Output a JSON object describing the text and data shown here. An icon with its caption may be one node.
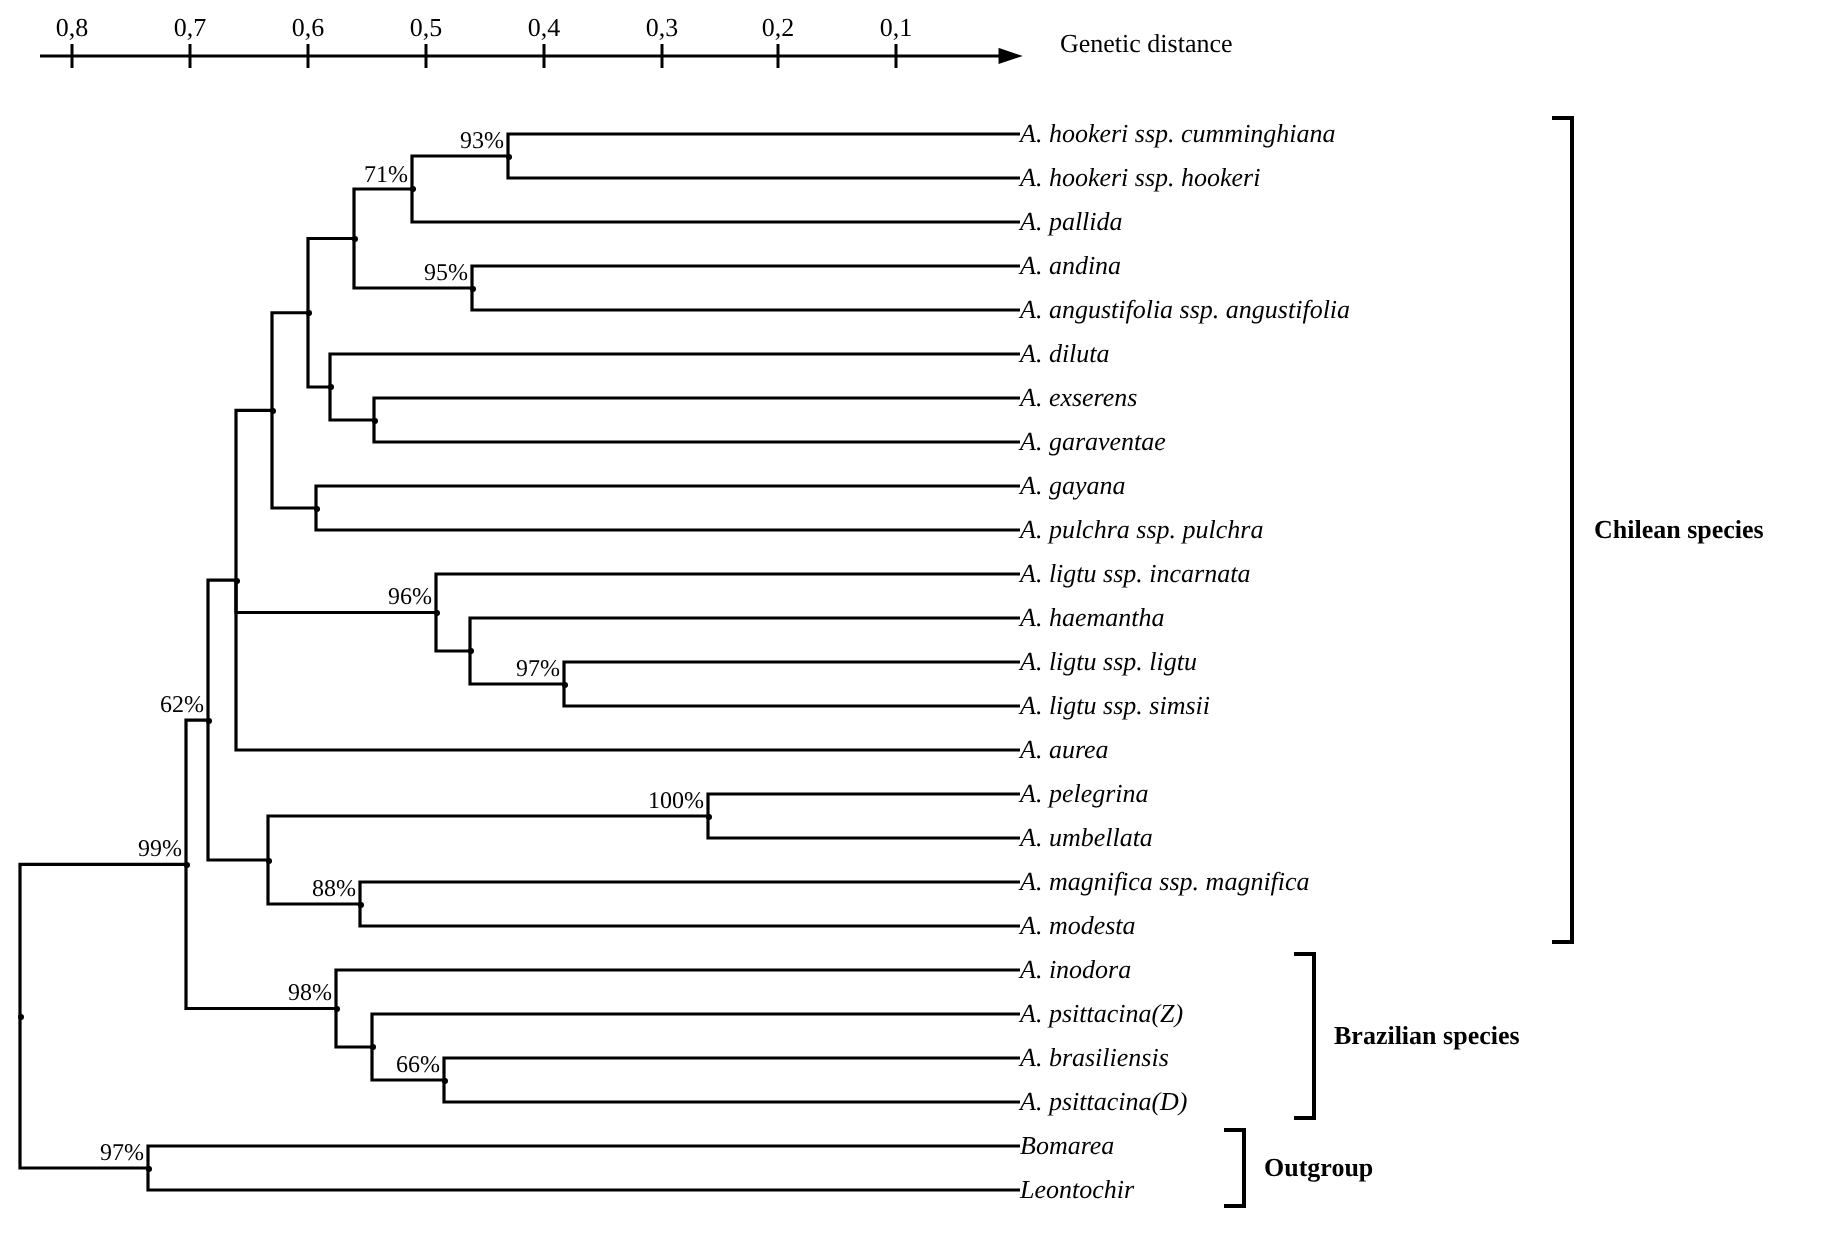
{
  "diagram": {
    "nodes": [
      {
        "text": [
          "A. hookeri ssp. cumminghiana"
        ]
      },
      {
        "text": [
          "A. hookeri ssp. hookeri"
        ]
      },
      {
        "text": [
          "A. pallida"
        ]
      },
      {
        "text": [
          "A. andina"
        ]
      },
      {
        "text": [
          "A. angustifolia ssp. angustifolia"
        ]
      },
      {
        "text": [
          "A. diluta"
        ]
      },
      {
        "text": [
          "A. exserens"
        ]
      },
      {
        "text": [
          "A. garaventae"
        ]
      },
      {
        "text": [
          "A. gayana"
        ]
      },
      {
        "text": [
          "A. pulchra ssp. pulchra"
        ]
      },
      {
        "text": [
          "A. ligtu ssp. incarnata"
        ]
      },
      {
        "text": [
          "A. haemantha"
        ]
      },
      {
        "text": [
          "A. ligtu ssp. ligtu"
        ]
      },
      {
        "text": [
          "A. ligtu ssp. simsii"
        ]
      },
      {
        "text": [
          "A. aurea"
        ]
      },
      {
        "text": [
          "A. pelegrina"
        ]
      },
      {
        "text": [
          "A. umbellata"
        ]
      },
      {
        "text": [
          "A. magnifica ssp. magnifica"
        ]
      },
      {
        "text": [
          "A. modesta"
        ]
      },
      {
        "text": [
          "A. inodora"
        ]
      },
      {
        "text": [
          "A. psittacina(Z)"
        ]
      },
      {
        "text": [
          "A. brasiliensis"
        ]
      },
      {
        "text": [
          "A. psittacina(D)"
        ]
      },
      {
        "text": [
          "Bomarea"
        ]
      },
      {
        "text": [
          "Leontochir"
        ]
      },
      {
        "text": [],
        "shape": "dot",
        "beside": [
          "93%"
        ]
      },
      {
        "text": [],
        "shape": "dot",
        "beside": [
          "71%"
        ]
      },
      {
        "text": [],
        "shape": "dot",
        "beside": [
          "95%"
        ]
      },
      {
        "text": [],
        "shape": "dot"
      },
      {
        "text": [],
        "shape": "dot"
      },
      {
        "text": [],
        "shape": "dot"
      },
      {
        "text": [],
        "shape": "dot"
      },
      {
        "text": [],
        "shape": "dot"
      },
      {
        "text": [],
        "shape": "dot"
      },
      {
        "text": [],
        "shape": "dot",
        "beside": [
          "97%"
        ]
      },
      {
        "text": [],
        "shape": "dot"
      },
      {
        "text": [],
        "shape": "dot",
        "beside": [
          "96%"
        ]
      },
      {
        "text": [],
        "shape": "dot"
      },
      {
        "text": [],
        "shape": "dot",
        "beside": [
          "100%"
        ]
      },
      {
        "text": [],
        "shape": "dot",
        "beside": [
          "88%"
        ]
      },
      {
        "text": [],
        "shape": "dot"
      },
      {
        "text": [],
        "shape": "dot",
        "beside": [
          "62%"
        ]
      },
      {
        "text": [],
        "shape": "dot",
        "beside": [
          "66%"
        ]
      },
      {
        "text": [],
        "shape": "dot"
      },
      {
        "text": [],
        "shape": "dot",
        "beside": [
          "98%"
        ]
      },
      {
        "text": [],
        "shape": "dot",
        "beside": [
          "99%"
        ]
      },
      {
        "text": [],
        "shape": "dot",
        "beside": [
          "97%"
        ]
      },
      {
        "text": [],
        "shape": "dot"
      }
    ],
    "edges": [
      {
        "from": 25,
        "to": 0,
        "arrow": "none"
      },
      {
        "from": 25,
        "to": 1,
        "arrow": "none"
      },
      {
        "from": 26,
        "to": 25,
        "arrow": "none"
      },
      {
        "from": 26,
        "to": 2,
        "arrow": "none"
      },
      {
        "from": 27,
        "to": 3,
        "arrow": "none"
      },
      {
        "from": 27,
        "to": 4,
        "arrow": "none"
      },
      {
        "from": 28,
        "to": 26,
        "arrow": "none"
      },
      {
        "from": 28,
        "to": 27,
        "arrow": "none"
      },
      {
        "from": 29,
        "to": 6,
        "arrow": "none"
      },
      {
        "from": 29,
        "to": 7,
        "arrow": "none"
      },
      {
        "from": 30,
        "to": 5,
        "arrow": "none"
      },
      {
        "from": 30,
        "to": 29,
        "arrow": "none"
      },
      {
        "from": 31,
        "to": 28,
        "arrow": "none"
      },
      {
        "from": 31,
        "to": 30,
        "arrow": "none"
      },
      {
        "from": 32,
        "to": 8,
        "arrow": "none"
      },
      {
        "from": 32,
        "to": 9,
        "arrow": "none"
      },
      {
        "from": 33,
        "to": 31,
        "arrow": "none"
      },
      {
        "from": 33,
        "to": 32,
        "arrow": "none"
      },
      {
        "from": 34,
        "to": 12,
        "arrow": "none"
      },
      {
        "from": 34,
        "to": 13,
        "arrow": "none"
      },
      {
        "from": 35,
        "to": 11,
        "arrow": "none"
      },
      {
        "from": 35,
        "to": 34,
        "arrow": "none"
      },
      {
        "from": 36,
        "to": 10,
        "arrow": "none"
      },
      {
        "from": 36,
        "to": 35,
        "arrow": "none"
      },
      {
        "from": 37,
        "to": 33,
        "arrow": "none"
      },
      {
        "from": 37,
        "to": 36,
        "arrow": "none"
      },
      {
        "from": 37,
        "to": 14,
        "arrow": "none"
      },
      {
        "from": 38,
        "to": 15,
        "arrow": "none"
      },
      {
        "from": 38,
        "to": 16,
        "arrow": "none"
      },
      {
        "from": 39,
        "to": 17,
        "arrow": "none"
      },
      {
        "from": 39,
        "to": 18,
        "arrow": "none"
      },
      {
        "from": 40,
        "to": 38,
        "arrow": "none"
      },
      {
        "from": 40,
        "to": 39,
        "arrow": "none"
      },
      {
        "from": 41,
        "to": 37,
        "arrow": "none"
      },
      {
        "from": 41,
        "to": 40,
        "arrow": "none"
      },
      {
        "from": 42,
        "to": 21,
        "arrow": "none"
      },
      {
        "from": 42,
        "to": 22,
        "arrow": "none"
      },
      {
        "from": 43,
        "to": 20,
        "arrow": "none"
      },
      {
        "from": 43,
        "to": 42,
        "arrow": "none"
      },
      {
        "from": 44,
        "to": 19,
        "arrow": "none"
      },
      {
        "from": 44,
        "to": 43,
        "arrow": "none"
      },
      {
        "from": 45,
        "to": 41,
        "arrow": "none"
      },
      {
        "from": 45,
        "to": 44,
        "arrow": "none"
      },
      {
        "from": 46,
        "to": 23,
        "arrow": "none"
      },
      {
        "from": 46,
        "to": 24,
        "arrow": "none"
      },
      {
        "from": 47,
        "to": 45,
        "arrow": "none"
      },
      {
        "from": 47,
        "to": 46,
        "arrow": "none"
      }
    ],
    "labels": [
      "0,8",
      "0,7",
      "0,6",
      "0,5",
      "0,4",
      "0,3",
      "0,2",
      "0,1",
      "Genetic distance",
      "Chilean species",
      "Brazilian species",
      "Outgroup"
    ]
  }
}
